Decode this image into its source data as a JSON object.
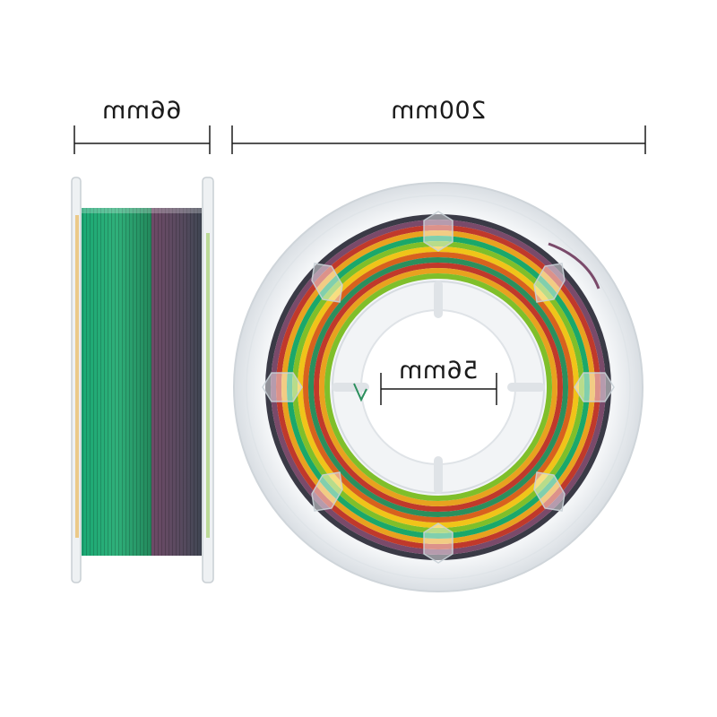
{
  "dimensions": {
    "width_label": "66mm",
    "diameter_label": "200mm",
    "hub_label": "56mm"
  },
  "colors": {
    "background": "#ffffff",
    "dimension_line": "#1a1a1a",
    "spool_plastic": "#e9edf0",
    "filament": [
      "#1aa86a",
      "#2b8f5d",
      "#7a4a6a",
      "#4b4658",
      "#e8a21f",
      "#d8621d",
      "#c0392b",
      "#7fbf2a",
      "#f0c419",
      "#3a3a46"
    ]
  }
}
